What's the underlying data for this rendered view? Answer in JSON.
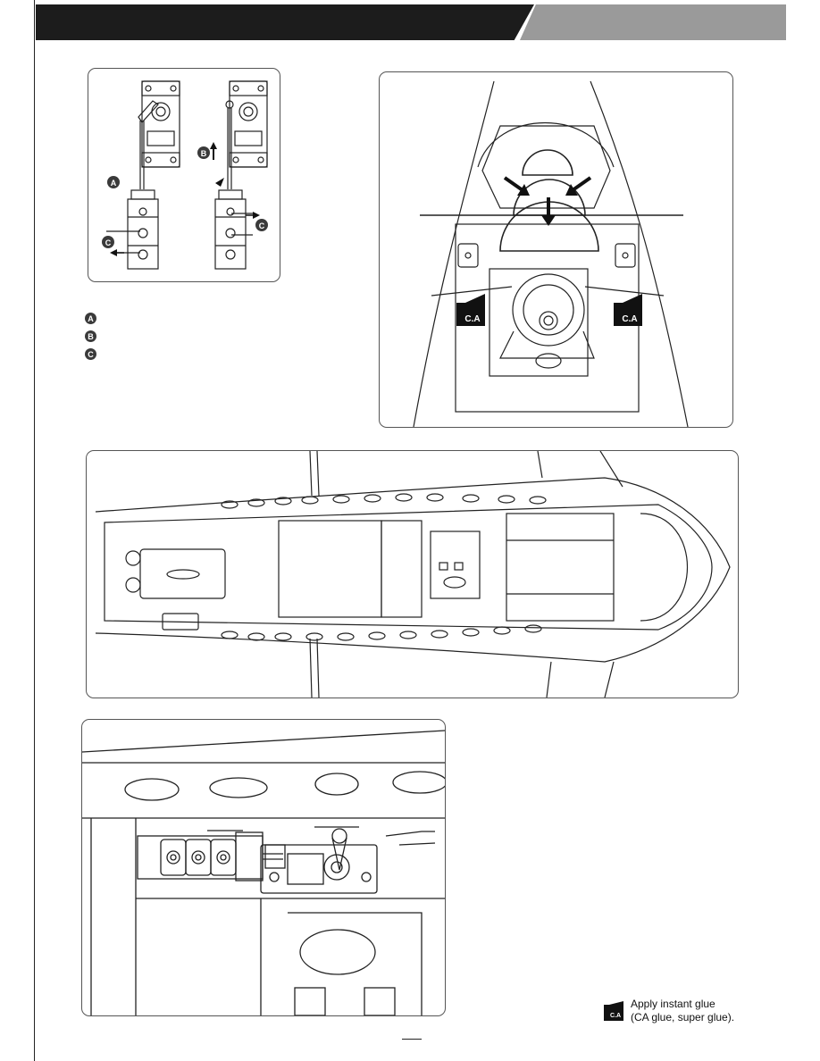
{
  "legend": {
    "badge_a": "A",
    "badge_b": "B",
    "badge_c": "C"
  },
  "figure1": {
    "label_a": "A",
    "label_b": "B",
    "label_c_left": "C",
    "label_c_right": "C"
  },
  "figure2": {
    "ca_left": "C.A",
    "ca_right": "C.A"
  },
  "note": {
    "icon_text": "C.A",
    "line1": "Apply instant glue",
    "line2": "(CA glue, super glue)."
  },
  "icons": {
    "glue": "ca-glue-bottle-icon",
    "arrow": "push-arrow-icon"
  },
  "colors": {
    "header_dark": "#1c1c1c",
    "header_light": "#9a9a9a",
    "badge": "#3a3a3a"
  }
}
